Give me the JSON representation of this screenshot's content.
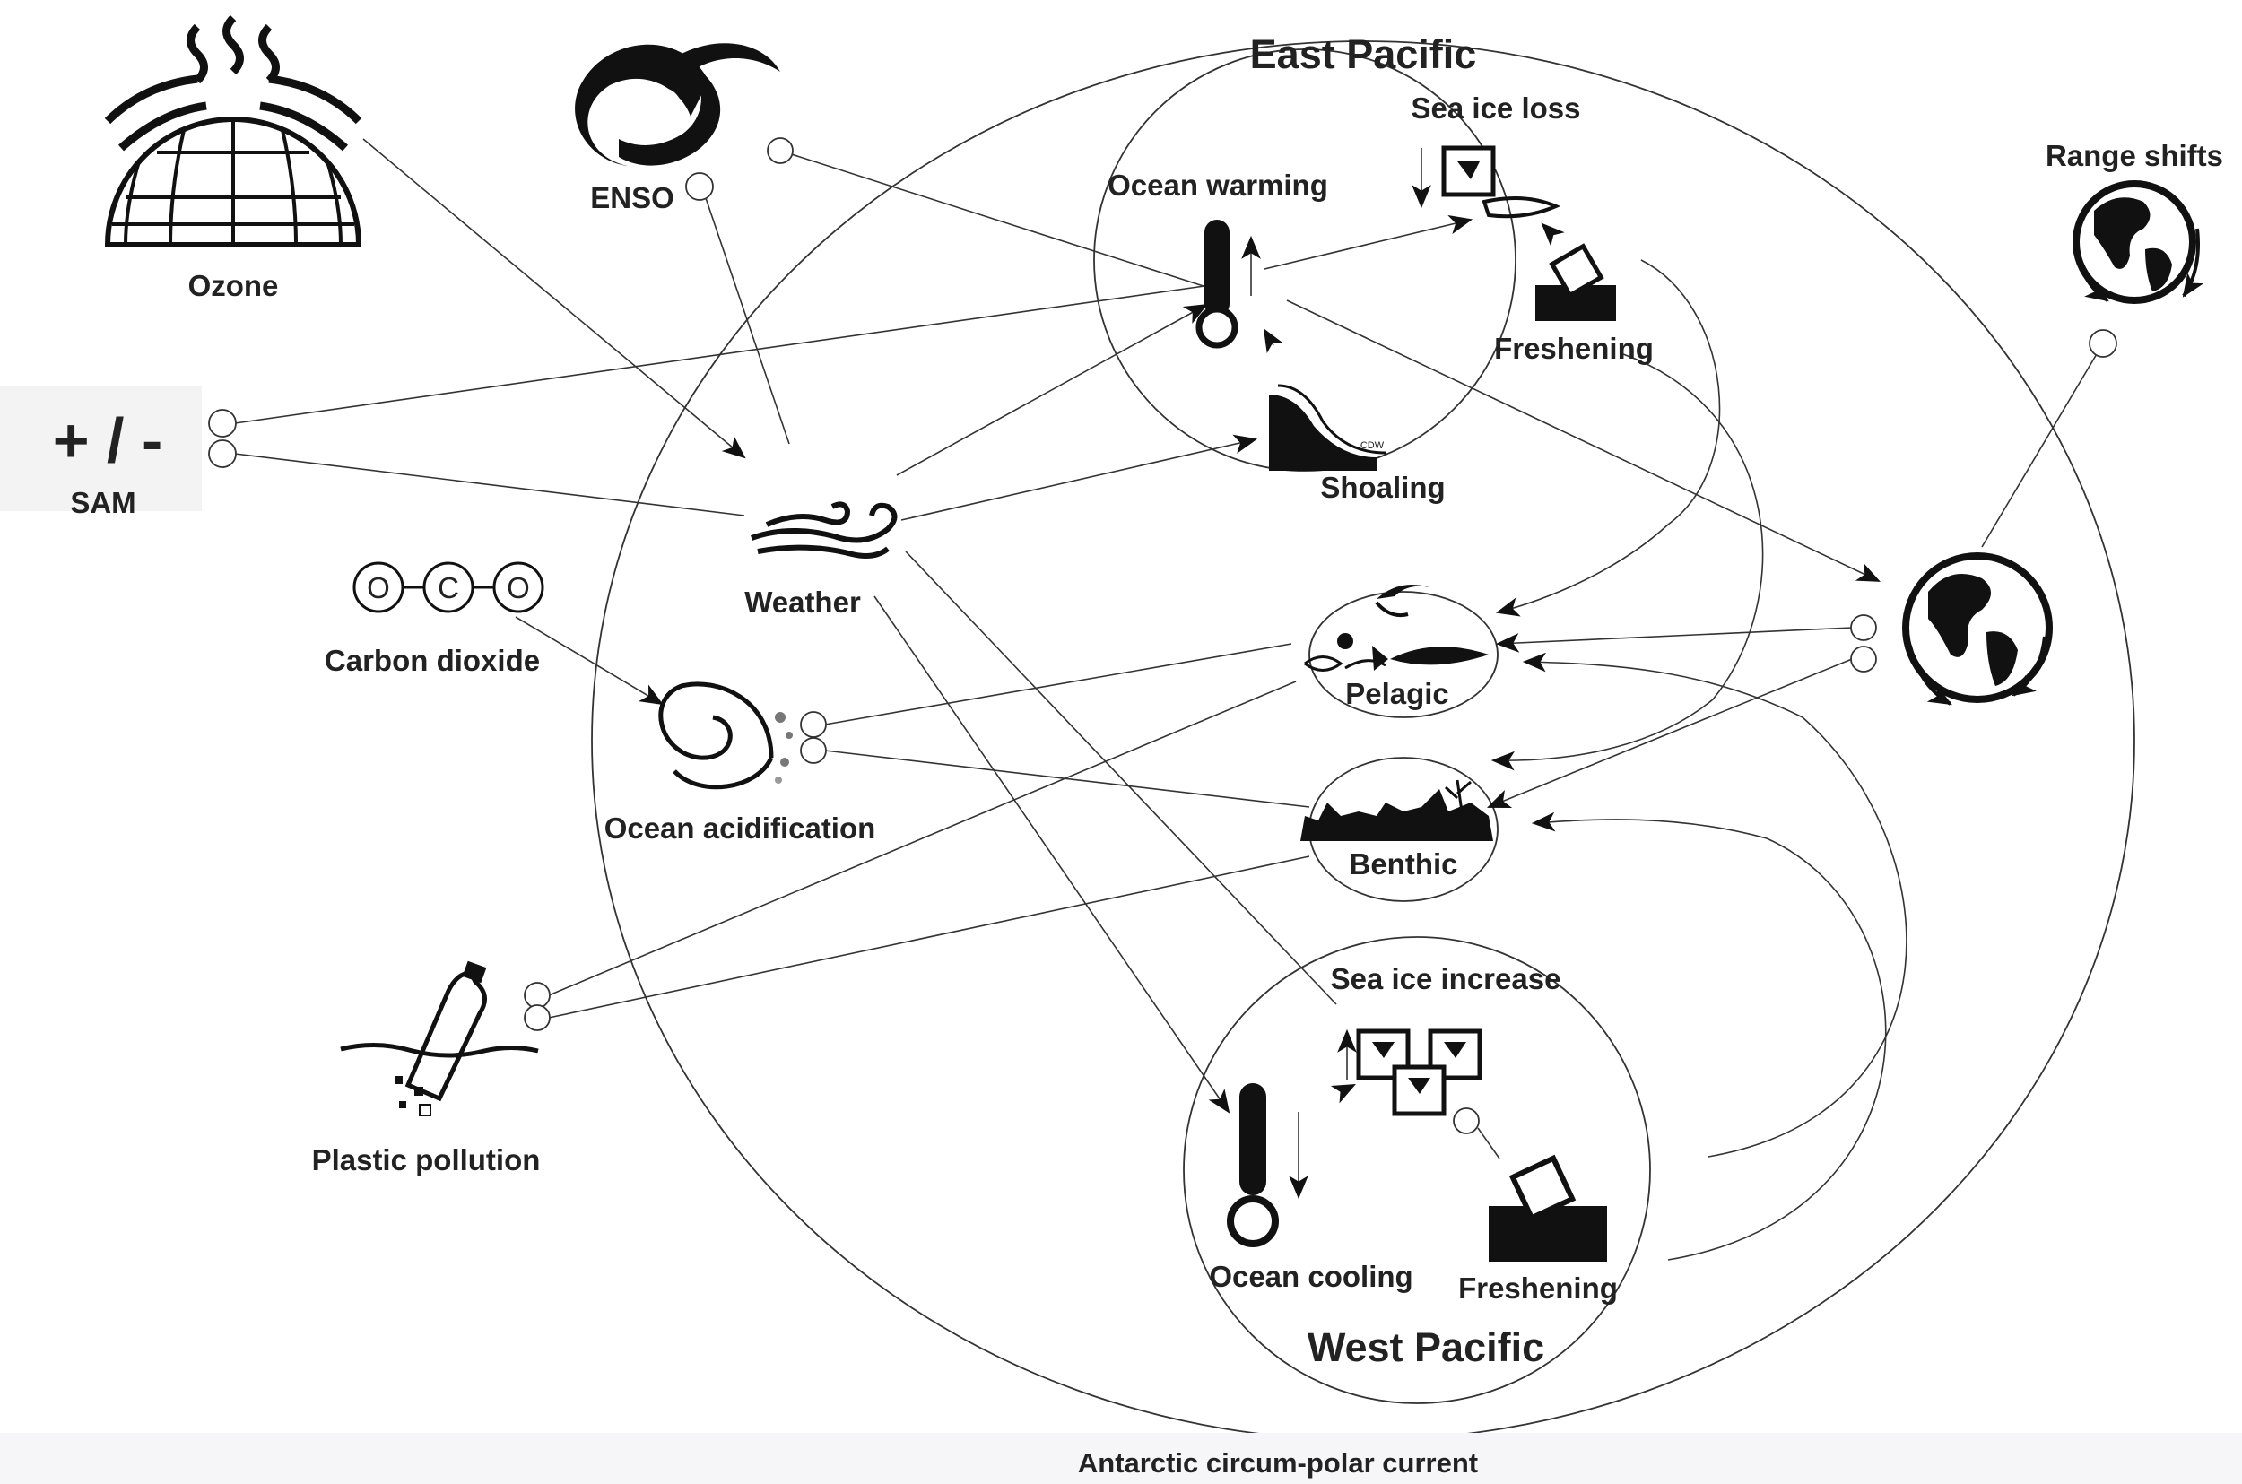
{
  "labels": {
    "east_pacific": "East Pacific",
    "west_pacific": "West Pacific",
    "sea_ice_loss": "Sea ice loss",
    "ocean_warming": "Ocean warming",
    "freshening_east": "Freshening",
    "shoaling": "Shoaling",
    "cdw": "CDW",
    "ozone": "Ozone",
    "enso": "ENSO",
    "sam_symbol": "+ / -",
    "sam": "SAM",
    "weather": "Weather",
    "carbon_dioxide": "Carbon dioxide",
    "co2_o1": "O",
    "co2_c": "C",
    "co2_o2": "O",
    "ocean_acidification": "Ocean acidification",
    "pelagic": "Pelagic",
    "benthic": "Benthic",
    "range_shifts": "Range shifts",
    "plastic_pollution": "Plastic pollution",
    "sea_ice_increase": "Sea ice increase",
    "ocean_cooling": "Ocean cooling",
    "freshening_west": "Freshening",
    "acc": "Antarctic circum-polar current"
  },
  "icons": [
    "ozone-icon",
    "cyclone-icon",
    "thermometer-icon",
    "ice-cube-icon",
    "melting-ice-icon",
    "shoaling-icon",
    "wind-icon",
    "co2-molecule-icon",
    "shell-icon",
    "krill-icon",
    "fish-icon",
    "seafloor-icon",
    "globe-icon",
    "plastic-bottle-icon"
  ],
  "colors": {
    "line": "#333333",
    "icon": "#111111",
    "background": "#ffffff",
    "footer": "#f6f5f8"
  }
}
